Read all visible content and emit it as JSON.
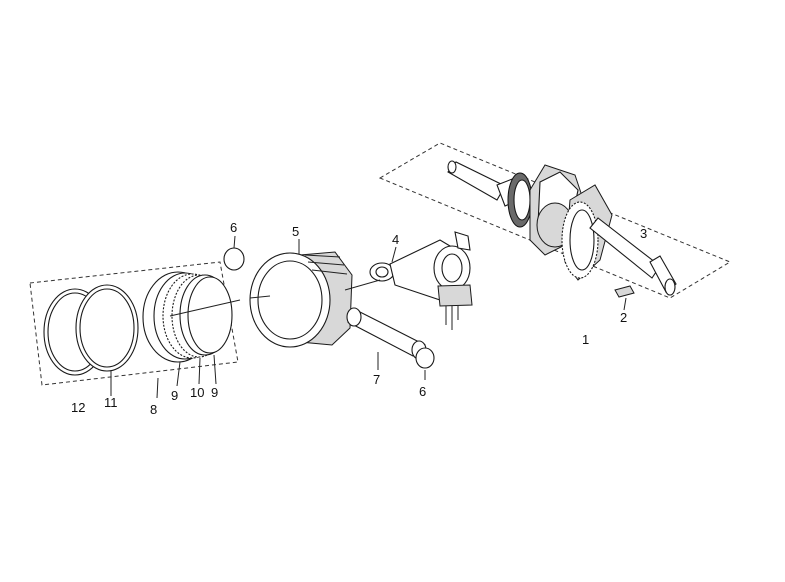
{
  "diagram": {
    "callouts": [
      "1",
      "2",
      "3",
      "4",
      "5",
      "6",
      "6",
      "7",
      "8",
      "9",
      "9",
      "10",
      "11",
      "12"
    ]
  }
}
